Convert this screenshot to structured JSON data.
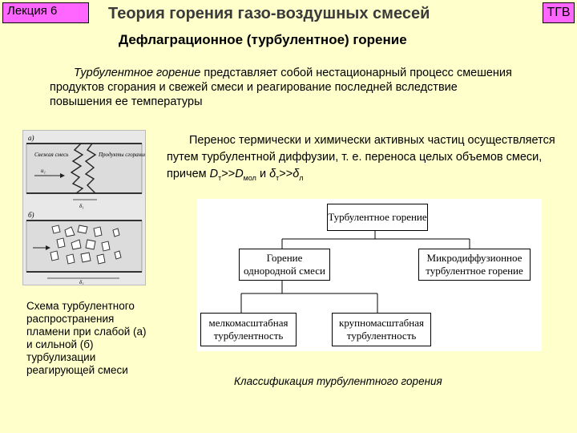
{
  "header": {
    "lecture_badge": "Лекция 6",
    "title": "Теория горения газо-воздушных смесей",
    "tgv_badge": "ТГВ",
    "subtitle": "Дефлаграционное (турбулентное) горение"
  },
  "intro": {
    "term": "Турбулентное горение",
    "text": " представляет собой нестационарный процесс смешения продуктов сгорания и свежей смеси и реагирование последней вследствие повышения ее температуры"
  },
  "right_paragraph": {
    "text": "Перенос термически и химически активных частиц осуществляется путем турбулентной диффузии, т. е. переноса целых объемов смеси, причем ",
    "D_symbol": "D",
    "D_t_sub": "т",
    "relation": ">>",
    "D_mol_symbol": "D",
    "D_mol_sub": "мол",
    "and_word": " и ",
    "delta_symbol": "δ",
    "delta_t_sub": "т",
    "relation2": ">>",
    "delta_l_symbol": "δ",
    "delta_l_sub": "л"
  },
  "figure_left": {
    "label_a": "а)",
    "label_b": "б)",
    "label_fresh": "Свежая смесь",
    "label_products": "Продукты сгорания",
    "label_u": "u₁",
    "label_delta": "δ₁",
    "caption": "Схема турбулентного распространения пламени при слабой (а) и сильной (б) турбулизации реагирующей смеси"
  },
  "diagram": {
    "root": "Турбулентное горение",
    "left": "Горение однородной смеси",
    "right": "Микродиффузионное турбулентное горение",
    "leaf_left": "мелкомасштабная турбулентность",
    "leaf_right": "крупномасштабная турбулентность",
    "caption": "Классификация турбулентного горения"
  }
}
